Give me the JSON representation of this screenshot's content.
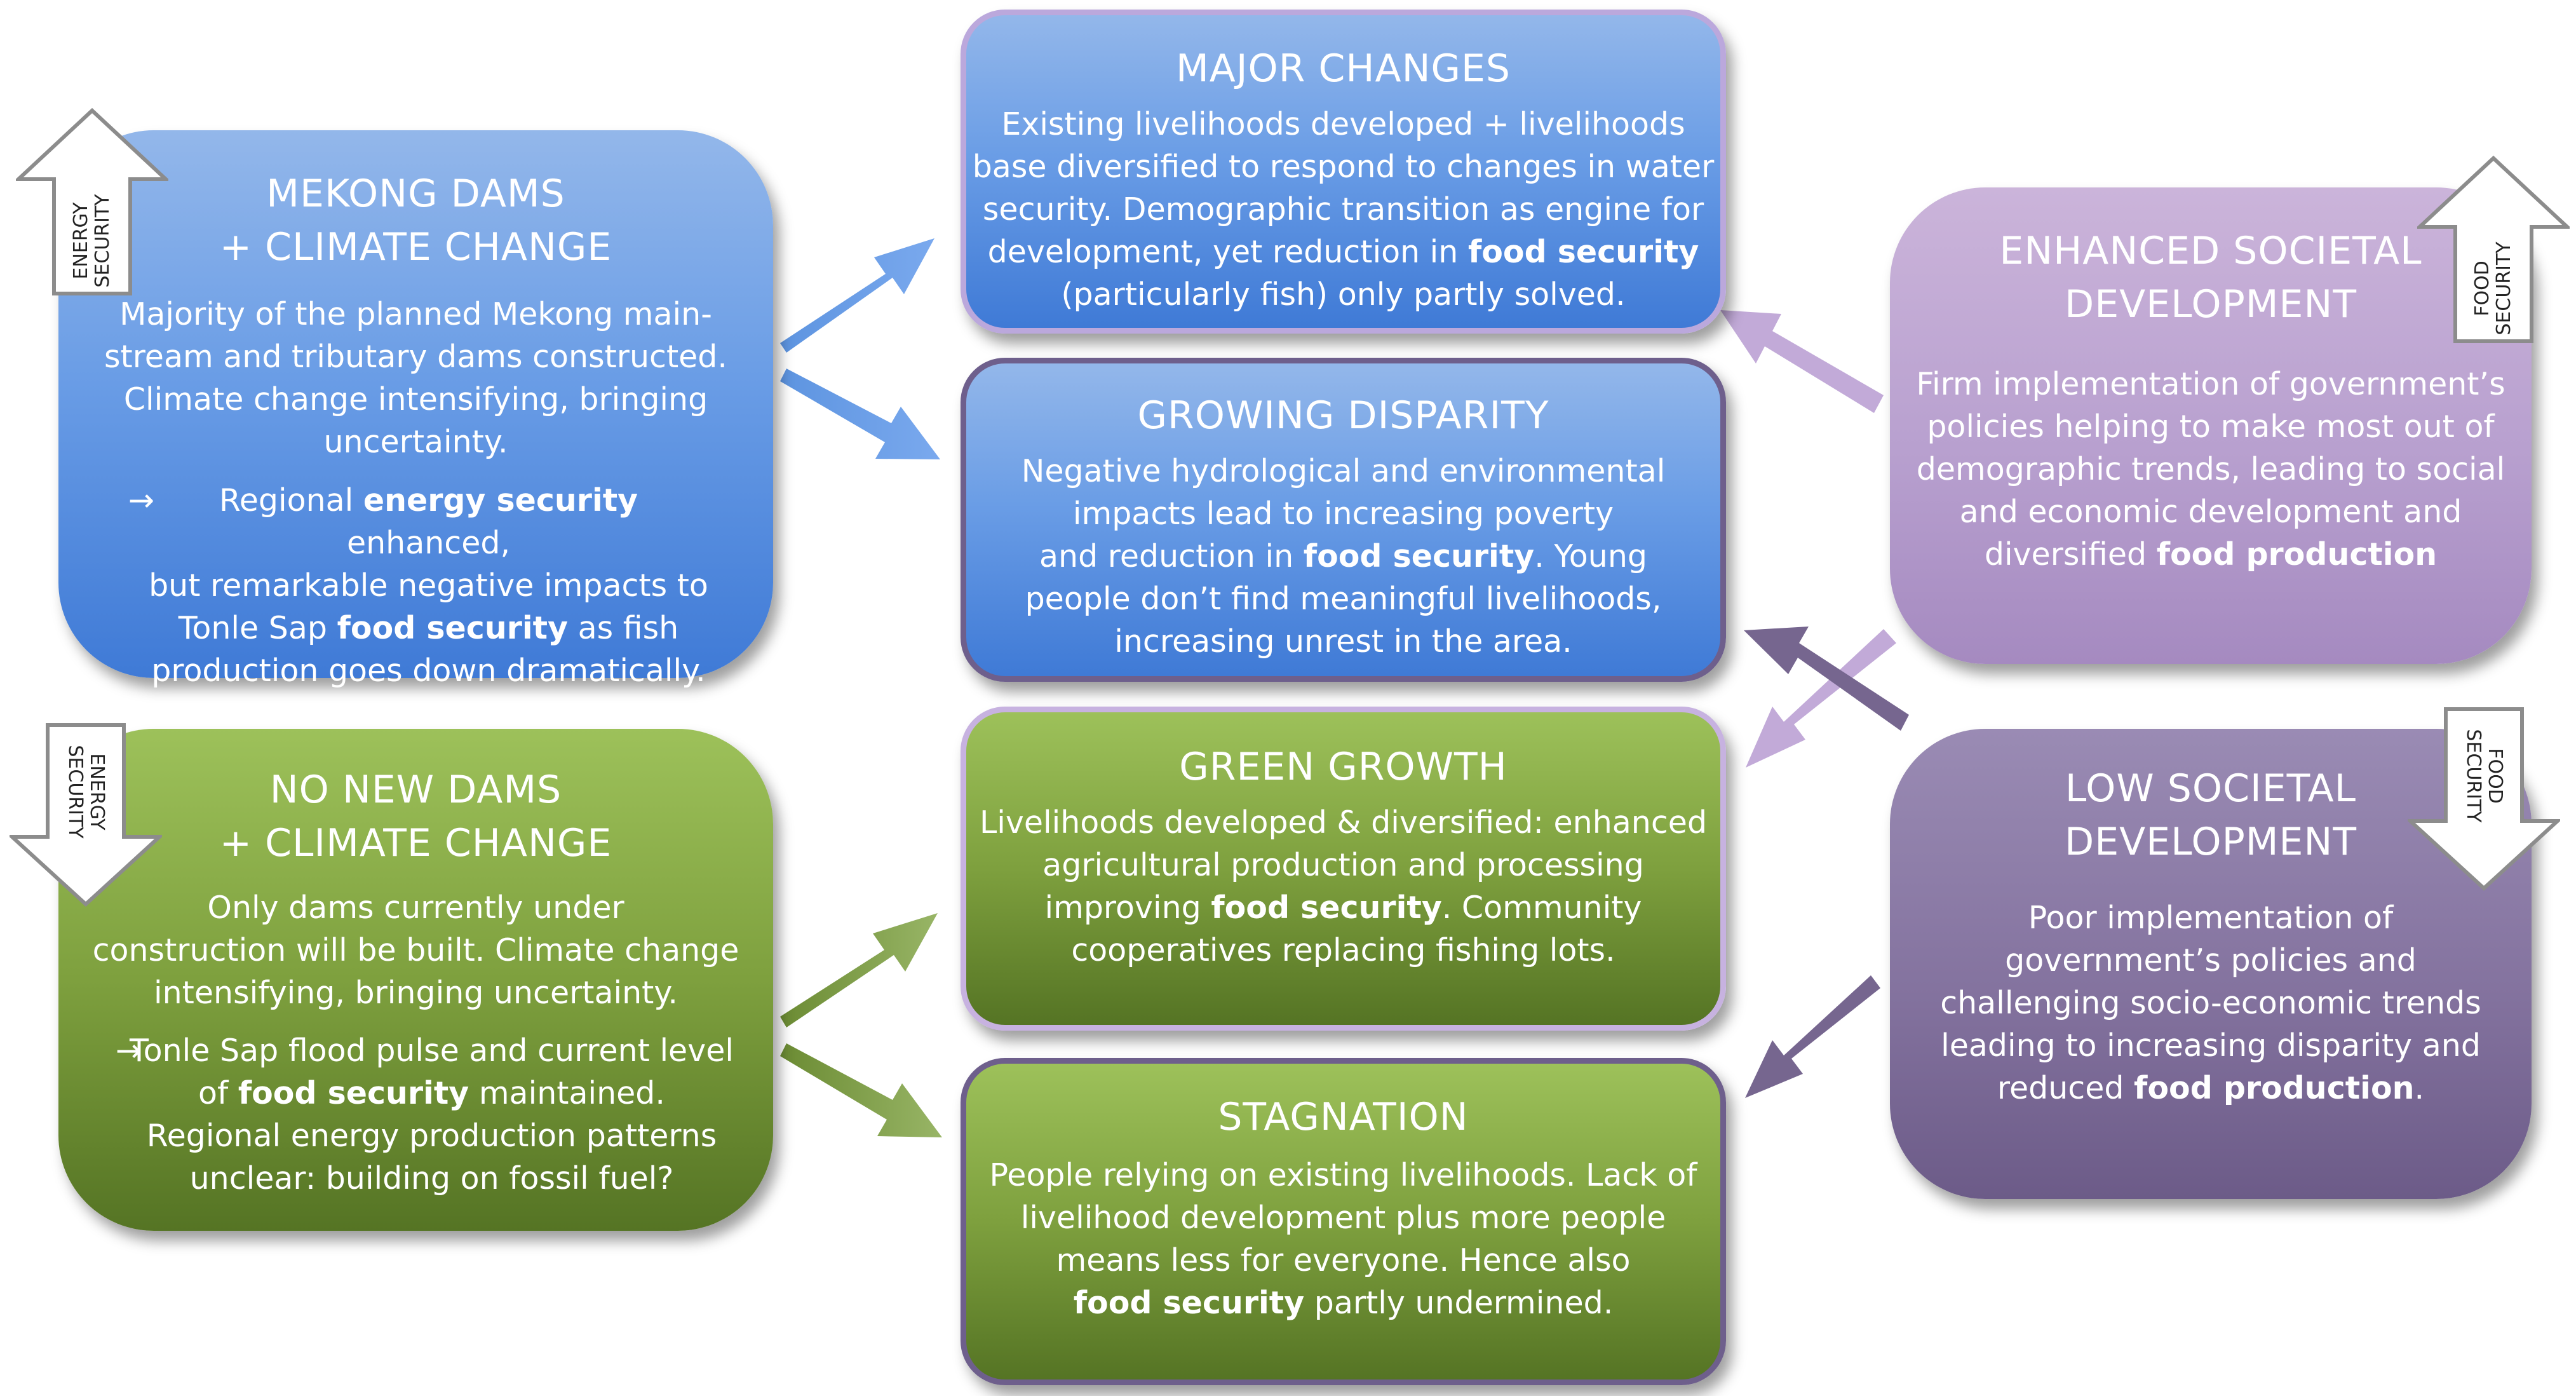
{
  "colors": {
    "blue": "#5b8fdf",
    "green": "#7ea03e",
    "lilac": "#b8a0cf",
    "purple": "#84739f",
    "text": "#ffffff"
  },
  "left_boxes": {
    "dams": {
      "title_1": "MEKONG DAMS",
      "title_2": "+ CLIMATE CHANGE",
      "body_lines": [
        "Majority of the planned Mekong main-",
        "stream and tributary dams constructed.",
        "Climate change intensifying, bringing",
        "uncertainty."
      ],
      "bullet_arrow": "→",
      "bullet_1_a": "Regional ",
      "bullet_1_b": "energy security",
      "bullet_1_c": " enhanced,",
      "bullet_2": "but remarkable negative impacts to",
      "bullet_3_a": "Tonle Sap ",
      "bullet_3_b": "food security",
      "bullet_3_c": " as fish",
      "bullet_4": "production goes down dramatically.",
      "tag_line_1": "ENERGY",
      "tag_line_2": "SECURITY",
      "tag_icon": "arrow-up-icon"
    },
    "nodams": {
      "title_1": "NO NEW DAMS",
      "title_2": "+ CLIMATE CHANGE",
      "body_lines": [
        "Only dams currently under",
        "construction will be built. Climate change",
        "intensifying, bringing uncertainty."
      ],
      "bullet_arrow": "→",
      "bullet_1": "Tonle Sap flood pulse and current level",
      "bullet_2_a": "of ",
      "bullet_2_b": "food security",
      "bullet_2_c": " maintained.",
      "bullet_3": "Regional energy production patterns",
      "bullet_4": "unclear: building on fossil fuel?",
      "tag_line_1": "ENERGY",
      "tag_line_2": "SECURITY",
      "tag_icon": "arrow-down-icon"
    }
  },
  "right_boxes": {
    "enhanced": {
      "title_1": "ENHANCED SOCIETAL",
      "title_2": "DEVELOPMENT",
      "lines": [
        "Firm implementation of government’s",
        "policies helping to make most out of",
        "demographic trends, leading to social",
        "and economic development and"
      ],
      "last_a": "diversified ",
      "last_b": "food production",
      "tag_line_1": "FOOD",
      "tag_line_2": "SECURITY",
      "tag_icon": "arrow-up-icon"
    },
    "low": {
      "title_1": "LOW SOCIETAL",
      "title_2": "DEVELOPMENT",
      "lines": [
        "Poor implementation of",
        "government’s policies and",
        "challenging socio-economic trends",
        "leading to increasing disparity and"
      ],
      "last_a": "reduced ",
      "last_b": "food production",
      "last_c": ".",
      "tag_line_1": "FOOD",
      "tag_line_2": "SECURITY",
      "tag_icon": "arrow-down-icon"
    }
  },
  "scenarios": {
    "major": {
      "title": "MAJOR CHANGES",
      "l1": "Existing livelihoods developed + livelihoods",
      "l2": "base diversified to respond to changes in water",
      "l3": "security. Demographic transition as engine for",
      "l4_a": "development, yet reduction in ",
      "l4_b": "food security",
      "l5": "(particularly fish) only partly solved."
    },
    "disparity": {
      "title": "GROWING DISPARITY",
      "l1": "Negative hydrological and environmental",
      "l2": "impacts lead to increasing poverty",
      "l3_a": "and reduction in ",
      "l3_b": "food security",
      "l3_c": ". Young",
      "l4": "people don’t find meaningful livelihoods,",
      "l5": "increasing unrest in the area."
    },
    "green": {
      "title": "GREEN GROWTH",
      "l1": "Livelihoods developed & diversified: enhanced",
      "l2": "agricultural production and processing",
      "l3_a": "improving ",
      "l3_b": "food security",
      "l3_c": ". Community",
      "l4": "cooperatives replacing fishing lots."
    },
    "stagnation": {
      "title": "STAGNATION",
      "l1": "People relying on existing livelihoods. Lack of",
      "l2": "livelihood development plus more people",
      "l3": "means less for everyone. Hence also",
      "l4_b": "food security",
      "l4_c": " partly undermined."
    }
  }
}
